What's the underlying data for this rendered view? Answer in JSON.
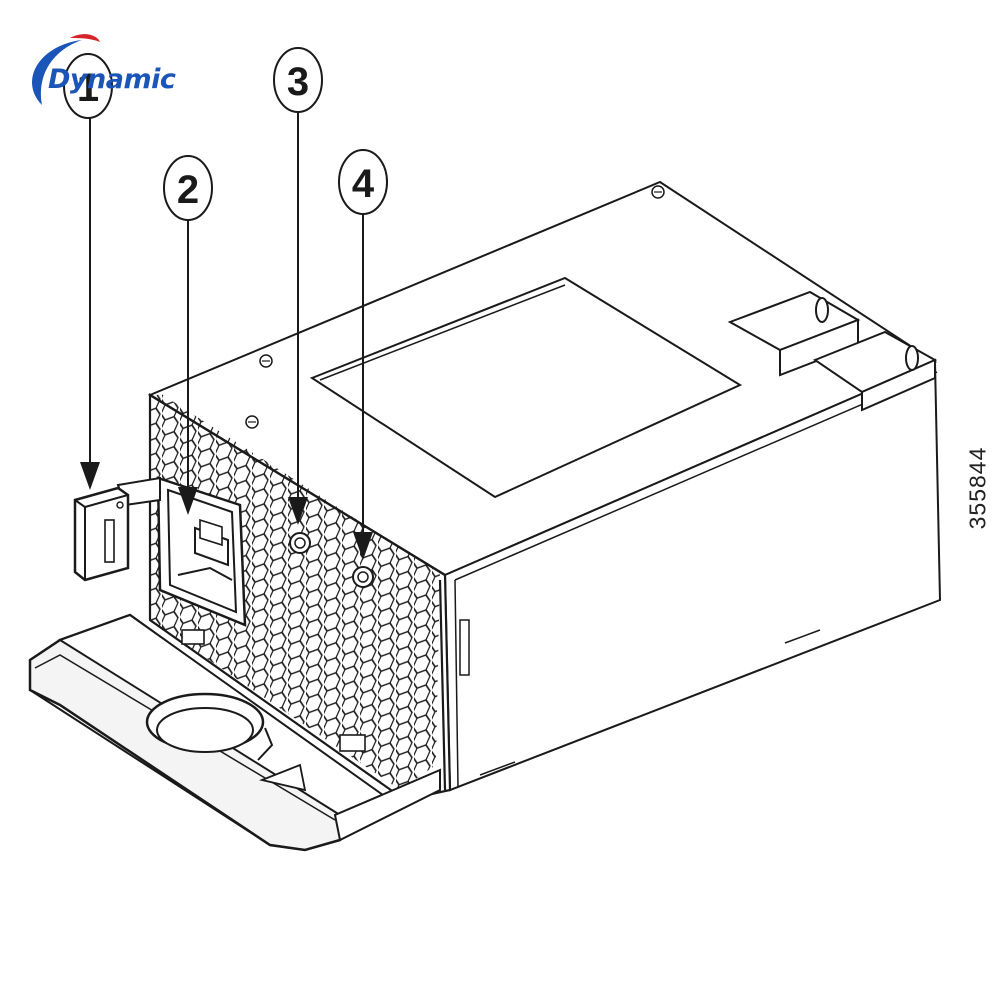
{
  "logo": {
    "text": "Dynamic"
  },
  "callouts": [
    {
      "number": "1"
    },
    {
      "number": "2"
    },
    {
      "number": "3"
    },
    {
      "number": "4"
    }
  ],
  "figure_id": "355844",
  "colors": {
    "line": "#1a1a1a",
    "logo_blue": "#1b55b8",
    "logo_red": "#d6262b",
    "shade": "#f1f1f1",
    "panel": "#e6e6e6"
  }
}
